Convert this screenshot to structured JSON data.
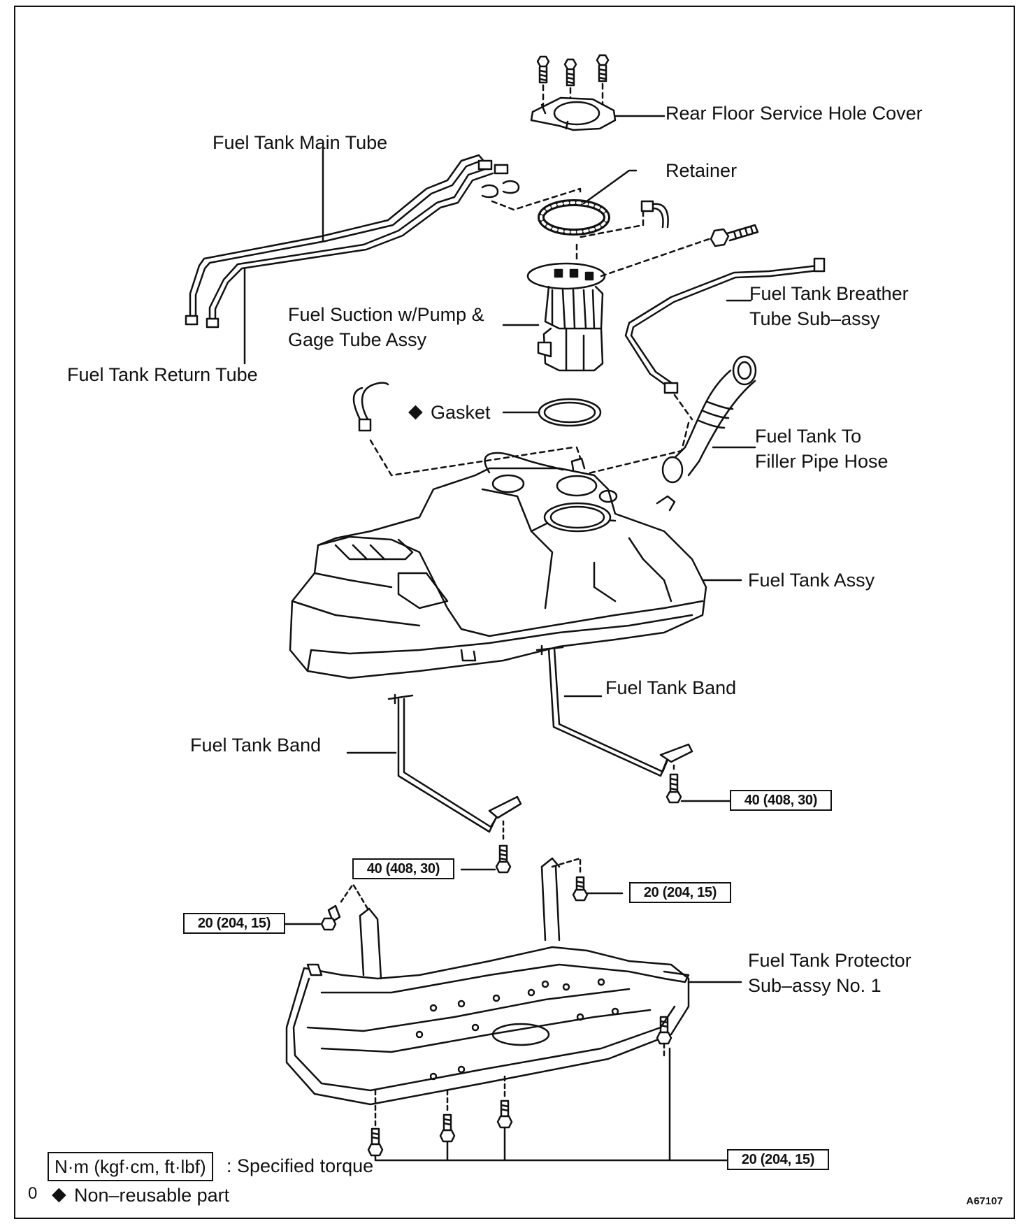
{
  "labels": {
    "rear_floor_cover": "Rear Floor Service Hole Cover",
    "main_tube": "Fuel Tank Main Tube",
    "retainer": "Retainer",
    "suction_line1": "Fuel Suction w/Pump &",
    "suction_line2": "Gage Tube Assy",
    "breather_line1": "Fuel Tank Breather",
    "breather_line2": "Tube Sub–assy",
    "return_tube": "Fuel Tank Return Tube",
    "gasket_marker": "◆",
    "gasket": "Gasket",
    "filler_line1": "Fuel Tank To",
    "filler_line2": "Filler Pipe Hose",
    "tank_assy": "Fuel Tank Assy",
    "band_right": "Fuel Tank Band",
    "band_left": "Fuel Tank Band",
    "protector_line1": "Fuel Tank Protector",
    "protector_line2": "Sub–assy No. 1"
  },
  "torques": {
    "band_right_bolt": "40 (408, 30)",
    "band_left_bolt": "40 (408, 30)",
    "protector_upper_right": "20 (204, 15)",
    "protector_upper_left": "20 (204, 15)",
    "protector_bottom": "20 (204, 15)"
  },
  "legend": {
    "torque_unit_box": "N·m (kgf·cm, ft·lbf)",
    "torque_desc": ": Specified torque",
    "nonreuse_prefix": "0",
    "nonreuse_marker": "◆",
    "nonreuse_desc": "Non–reusable part"
  },
  "ref_code": "A67107"
}
